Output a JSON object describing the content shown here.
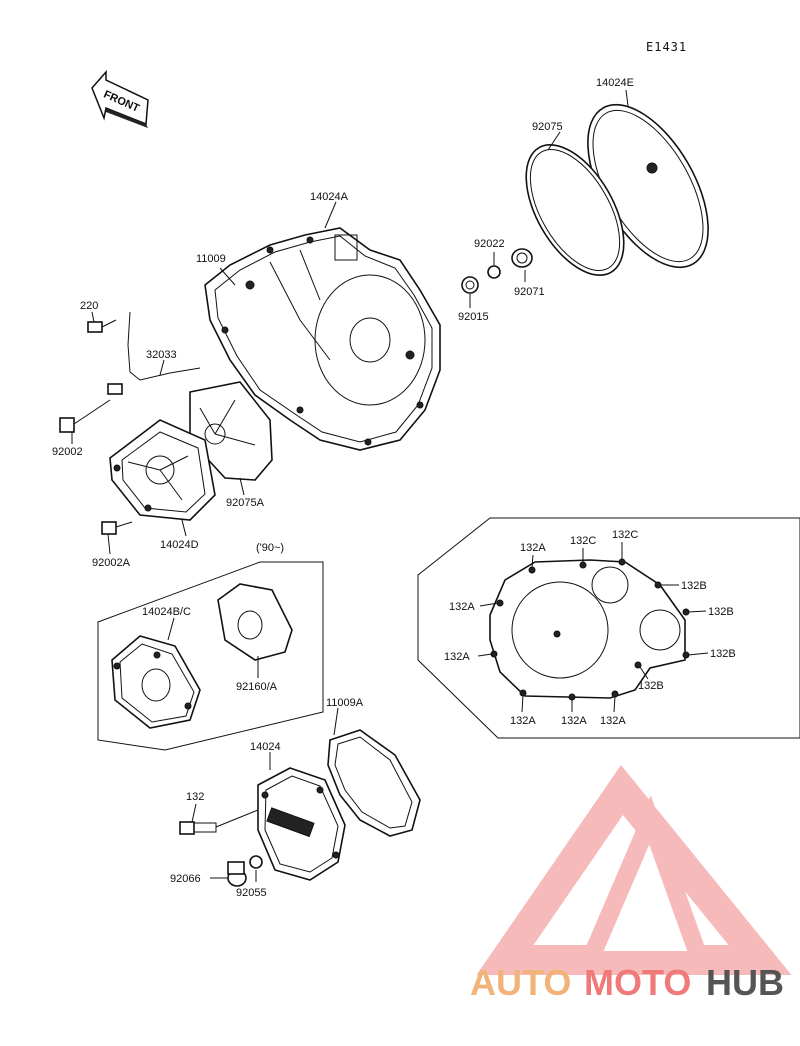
{
  "diagram_code": "E1431",
  "front_label": "FRONT",
  "variant_note": "('90~)",
  "parts": {
    "p14024E": "14024E",
    "p92075": "92075",
    "p14024A": "14024A",
    "p92022": "92022",
    "p11009": "11009",
    "p92071": "92071",
    "p92015": "92015",
    "p220": "220",
    "p32033": "32033",
    "p92002": "92002",
    "p92075A": "92075A",
    "p14024D": "14024D",
    "p92002A": "92002A",
    "p14024BC": "14024B/C",
    "p92160A": "92160/A",
    "p11009A": "11009A",
    "p14024": "14024",
    "p132": "132",
    "p92066": "92066",
    "p92055": "92055"
  },
  "bolt_callouts": {
    "c1": "132A",
    "c2": "132C",
    "c3": "132C",
    "c4": "132B",
    "c5": "132A",
    "c6": "132B",
    "c7": "132A",
    "c8": "132B",
    "c9": "132B",
    "c10": "132A",
    "c11": "132A",
    "c12": "132A"
  },
  "watermark": {
    "auto": "AUTO",
    "moto": "MOTO",
    "hub": "HUB"
  },
  "colors": {
    "wm_triangle": "#f4a3a3",
    "wm_auto": "#f2b37a",
    "wm_moto": "#f07a7a",
    "wm_hub": "#555555"
  }
}
